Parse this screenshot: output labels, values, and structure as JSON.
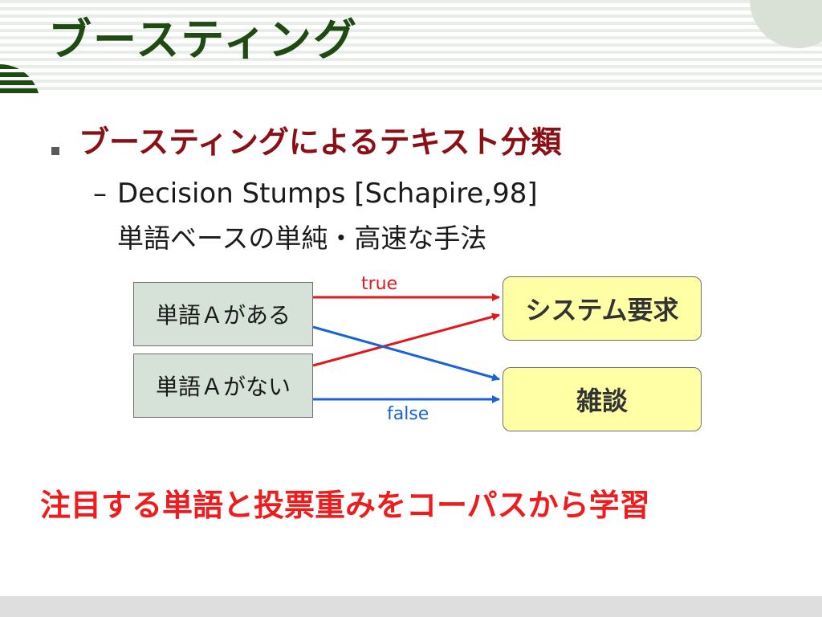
{
  "slide": {
    "title": "ブースティング",
    "bullet_heading": "ブースティングによるテキスト分類",
    "sub_dash": "–",
    "sub_line1": "Decision Stumps [Schapire,98]",
    "sub_line2": "単語ベースの単純・高速な手法",
    "conclusion": "注目する単語と投票重みをコーパスから学習"
  },
  "diagram": {
    "conditions": [
      "単語Ａがある",
      "単語Ａがない"
    ],
    "results": [
      "システム要求",
      "雑談"
    ],
    "edge_labels": {
      "true": "true",
      "false": "false"
    },
    "colors": {
      "true": "#e0191c",
      "false": "#1a62d6"
    }
  },
  "colors": {
    "title": "#1f4a14",
    "heading": "#8b1016",
    "conclusion": "#ee1c1c",
    "condition_box": "#d6e2d8",
    "result_box": "#ffffa6"
  }
}
